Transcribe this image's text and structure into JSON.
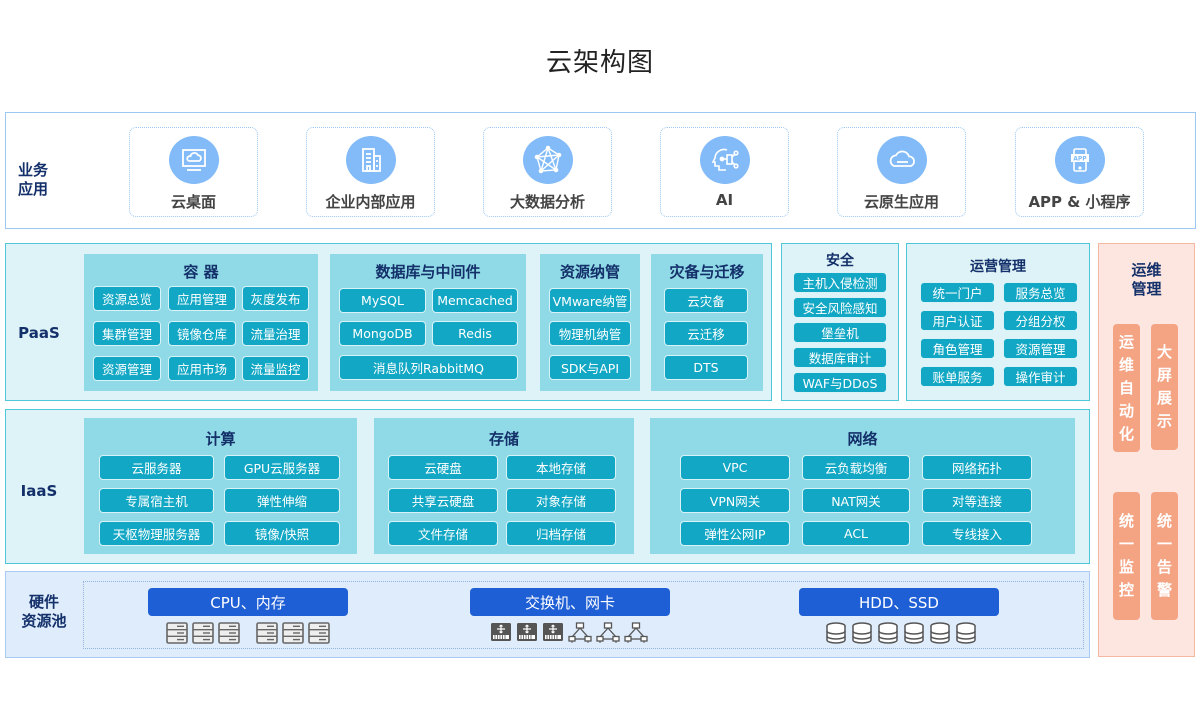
{
  "title": "云架构图",
  "colors": {
    "business_border": "#9cc7f2",
    "app_icon_bg": "#82bbf7",
    "cyan_layer_bg": "#def3f8",
    "group_bg": "#8fdae6",
    "chip_bg": "#12a7c4",
    "label_navy": "#14306a",
    "hardware_bar": "#1f5fd6",
    "ops_bg": "#fce6df",
    "ops_bar": "#f4a383"
  },
  "business": {
    "label": "业务\n应用",
    "apps": [
      {
        "name": "云桌面",
        "icon": "cloud-desktop-icon"
      },
      {
        "name": "企业内部应用",
        "icon": "building-icon"
      },
      {
        "name": "大数据分析",
        "icon": "network-mesh-icon"
      },
      {
        "name": "AI",
        "icon": "ai-head-icon"
      },
      {
        "name": "云原生应用",
        "icon": "cloud-icon"
      },
      {
        "name": "APP & 小程序",
        "icon": "app-phone-icon"
      }
    ]
  },
  "paas": {
    "label": "PaaS",
    "container": {
      "title": "容 器",
      "items": [
        "资源总览",
        "应用管理",
        "灰度发布",
        "集群管理",
        "镜像仓库",
        "流量治理",
        "资源管理",
        "应用市场",
        "流量监控"
      ]
    },
    "database": {
      "title": "数据库与中间件",
      "items": [
        "MySQL",
        "Memcached",
        "MongoDB",
        "Redis",
        "消息队列RabbitMQ"
      ]
    },
    "resource_mgmt": {
      "title": "资源纳管",
      "items": [
        "VMware纳管",
        "物理机纳管",
        "SDK与API"
      ]
    },
    "disaster": {
      "title": "灾备与迁移",
      "items": [
        "云灾备",
        "云迁移",
        "DTS"
      ]
    }
  },
  "security": {
    "title": "安全",
    "items": [
      "主机入侵检测",
      "安全风险感知",
      "堡垒机",
      "数据库审计",
      "WAF与DDoS"
    ]
  },
  "operations": {
    "title": "运营管理",
    "items": [
      "统一门户",
      "服务总览",
      "用户认证",
      "分组分权",
      "角色管理",
      "资源管理",
      "账单服务",
      "操作审计"
    ]
  },
  "iaas": {
    "label": "IaaS",
    "compute": {
      "title": "计算",
      "items": [
        "云服务器",
        "GPU云服务器",
        "专属宿主机",
        "弹性伸缩",
        "天枢物理服务器",
        "镜像/快照"
      ]
    },
    "storage": {
      "title": "存储",
      "items": [
        "云硬盘",
        "本地存储",
        "共享云硬盘",
        "对象存储",
        "文件存储",
        "归档存储"
      ]
    },
    "network": {
      "title": "网络",
      "items": [
        "VPC",
        "云负载均衡",
        "网络拓扑",
        "VPN网关",
        "NAT网关",
        "对等连接",
        "弹性公网IP",
        "ACL",
        "专线接入"
      ]
    }
  },
  "hardware": {
    "label": "硬件\n资源池",
    "pools": [
      {
        "name": "CPU、内存",
        "icons": [
          "server-icon",
          "server-icon",
          "server-icon",
          "server-icon",
          "server-icon",
          "server-icon"
        ]
      },
      {
        "name": "交换机、网卡",
        "icons": [
          "switch-icon",
          "switch-icon",
          "switch-icon",
          "topology-icon",
          "topology-icon",
          "topology-icon"
        ]
      },
      {
        "name": "HDD、SSD",
        "icons": [
          "database-icon",
          "database-icon",
          "database-icon",
          "database-icon",
          "database-icon",
          "database-icon"
        ]
      }
    ]
  },
  "ops_mgmt": {
    "title": "运维\n管理",
    "bars": [
      "运维自动化",
      "大屏展示",
      "统一监控",
      "统一告警"
    ]
  }
}
